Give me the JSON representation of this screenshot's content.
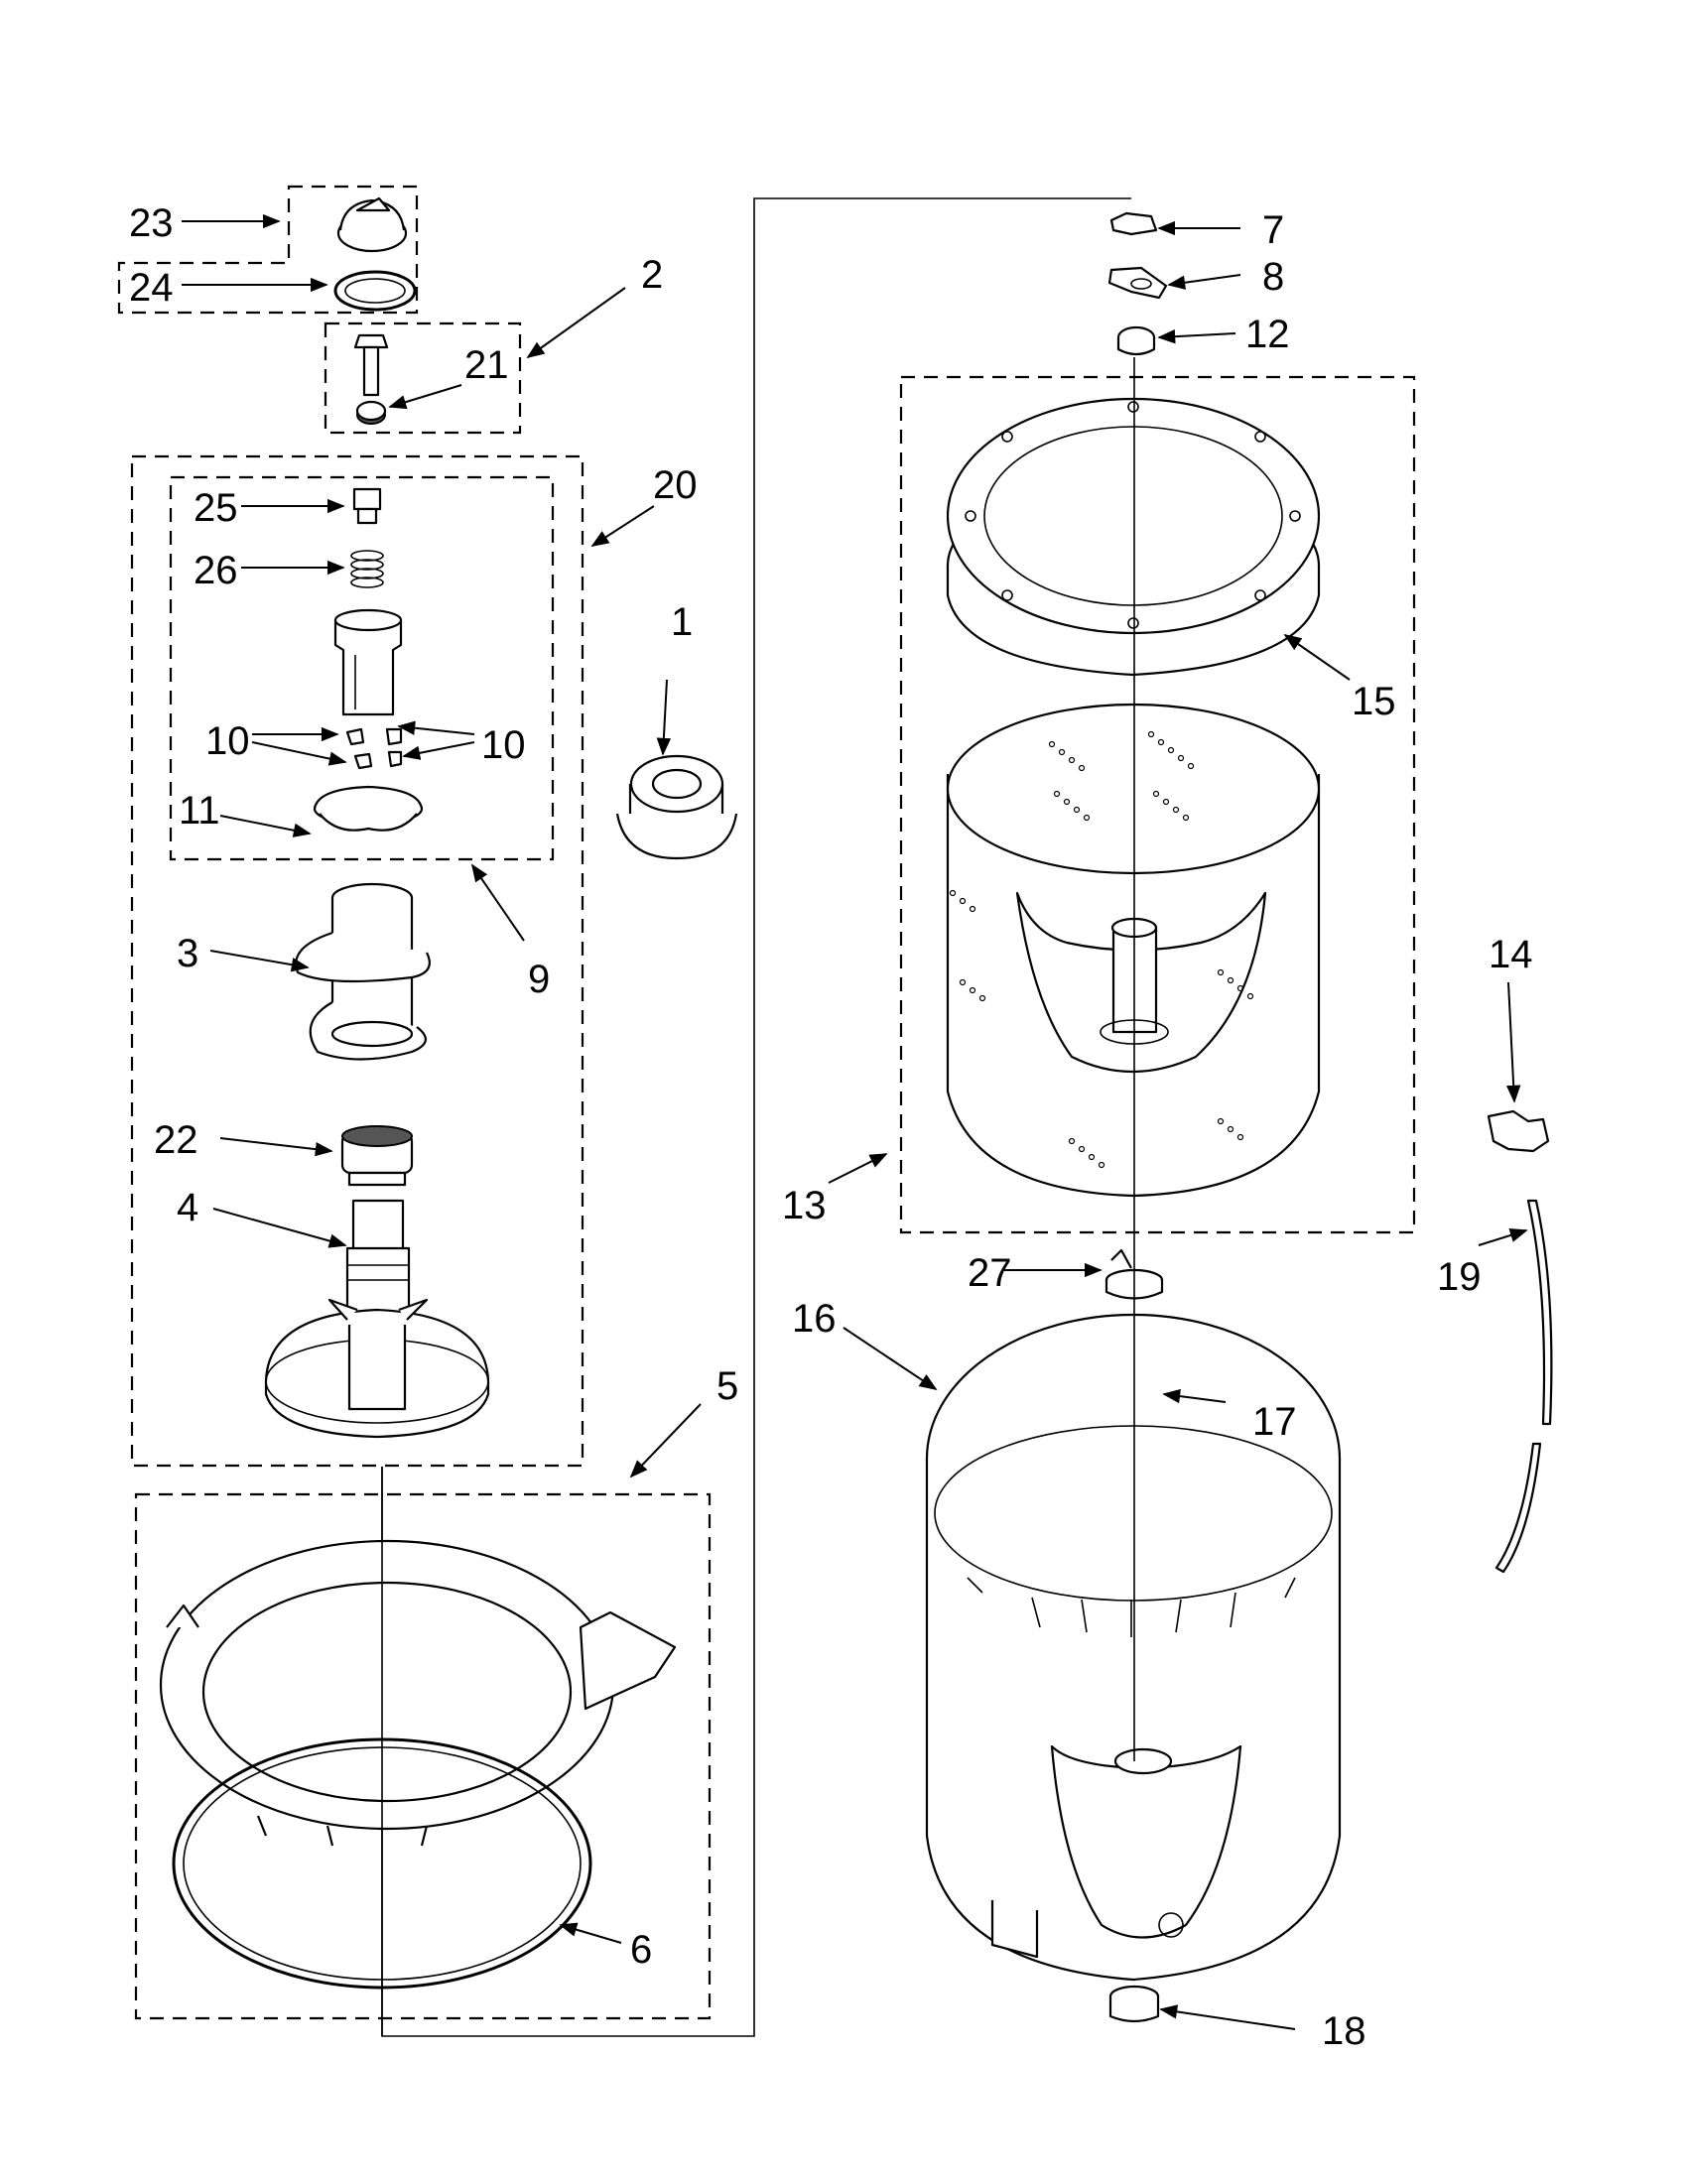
{
  "callouts": [
    {
      "id": "1",
      "label": "1"
    },
    {
      "id": "2",
      "label": "2"
    },
    {
      "id": "3",
      "label": "3"
    },
    {
      "id": "4",
      "label": "4"
    },
    {
      "id": "5",
      "label": "5"
    },
    {
      "id": "6",
      "label": "6"
    },
    {
      "id": "7",
      "label": "7"
    },
    {
      "id": "8",
      "label": "8"
    },
    {
      "id": "9",
      "label": "9"
    },
    {
      "id": "10a",
      "label": "10"
    },
    {
      "id": "10b",
      "label": "10"
    },
    {
      "id": "11",
      "label": "11"
    },
    {
      "id": "12",
      "label": "12"
    },
    {
      "id": "13",
      "label": "13"
    },
    {
      "id": "14",
      "label": "14"
    },
    {
      "id": "15",
      "label": "15"
    },
    {
      "id": "16",
      "label": "16"
    },
    {
      "id": "17",
      "label": "17"
    },
    {
      "id": "18",
      "label": "18"
    },
    {
      "id": "19",
      "label": "19"
    },
    {
      "id": "20",
      "label": "20"
    },
    {
      "id": "21",
      "label": "21"
    },
    {
      "id": "22",
      "label": "22"
    },
    {
      "id": "23",
      "label": "23"
    },
    {
      "id": "24",
      "label": "24"
    },
    {
      "id": "25",
      "label": "25"
    },
    {
      "id": "26",
      "label": "26"
    },
    {
      "id": "27",
      "label": "27"
    }
  ]
}
